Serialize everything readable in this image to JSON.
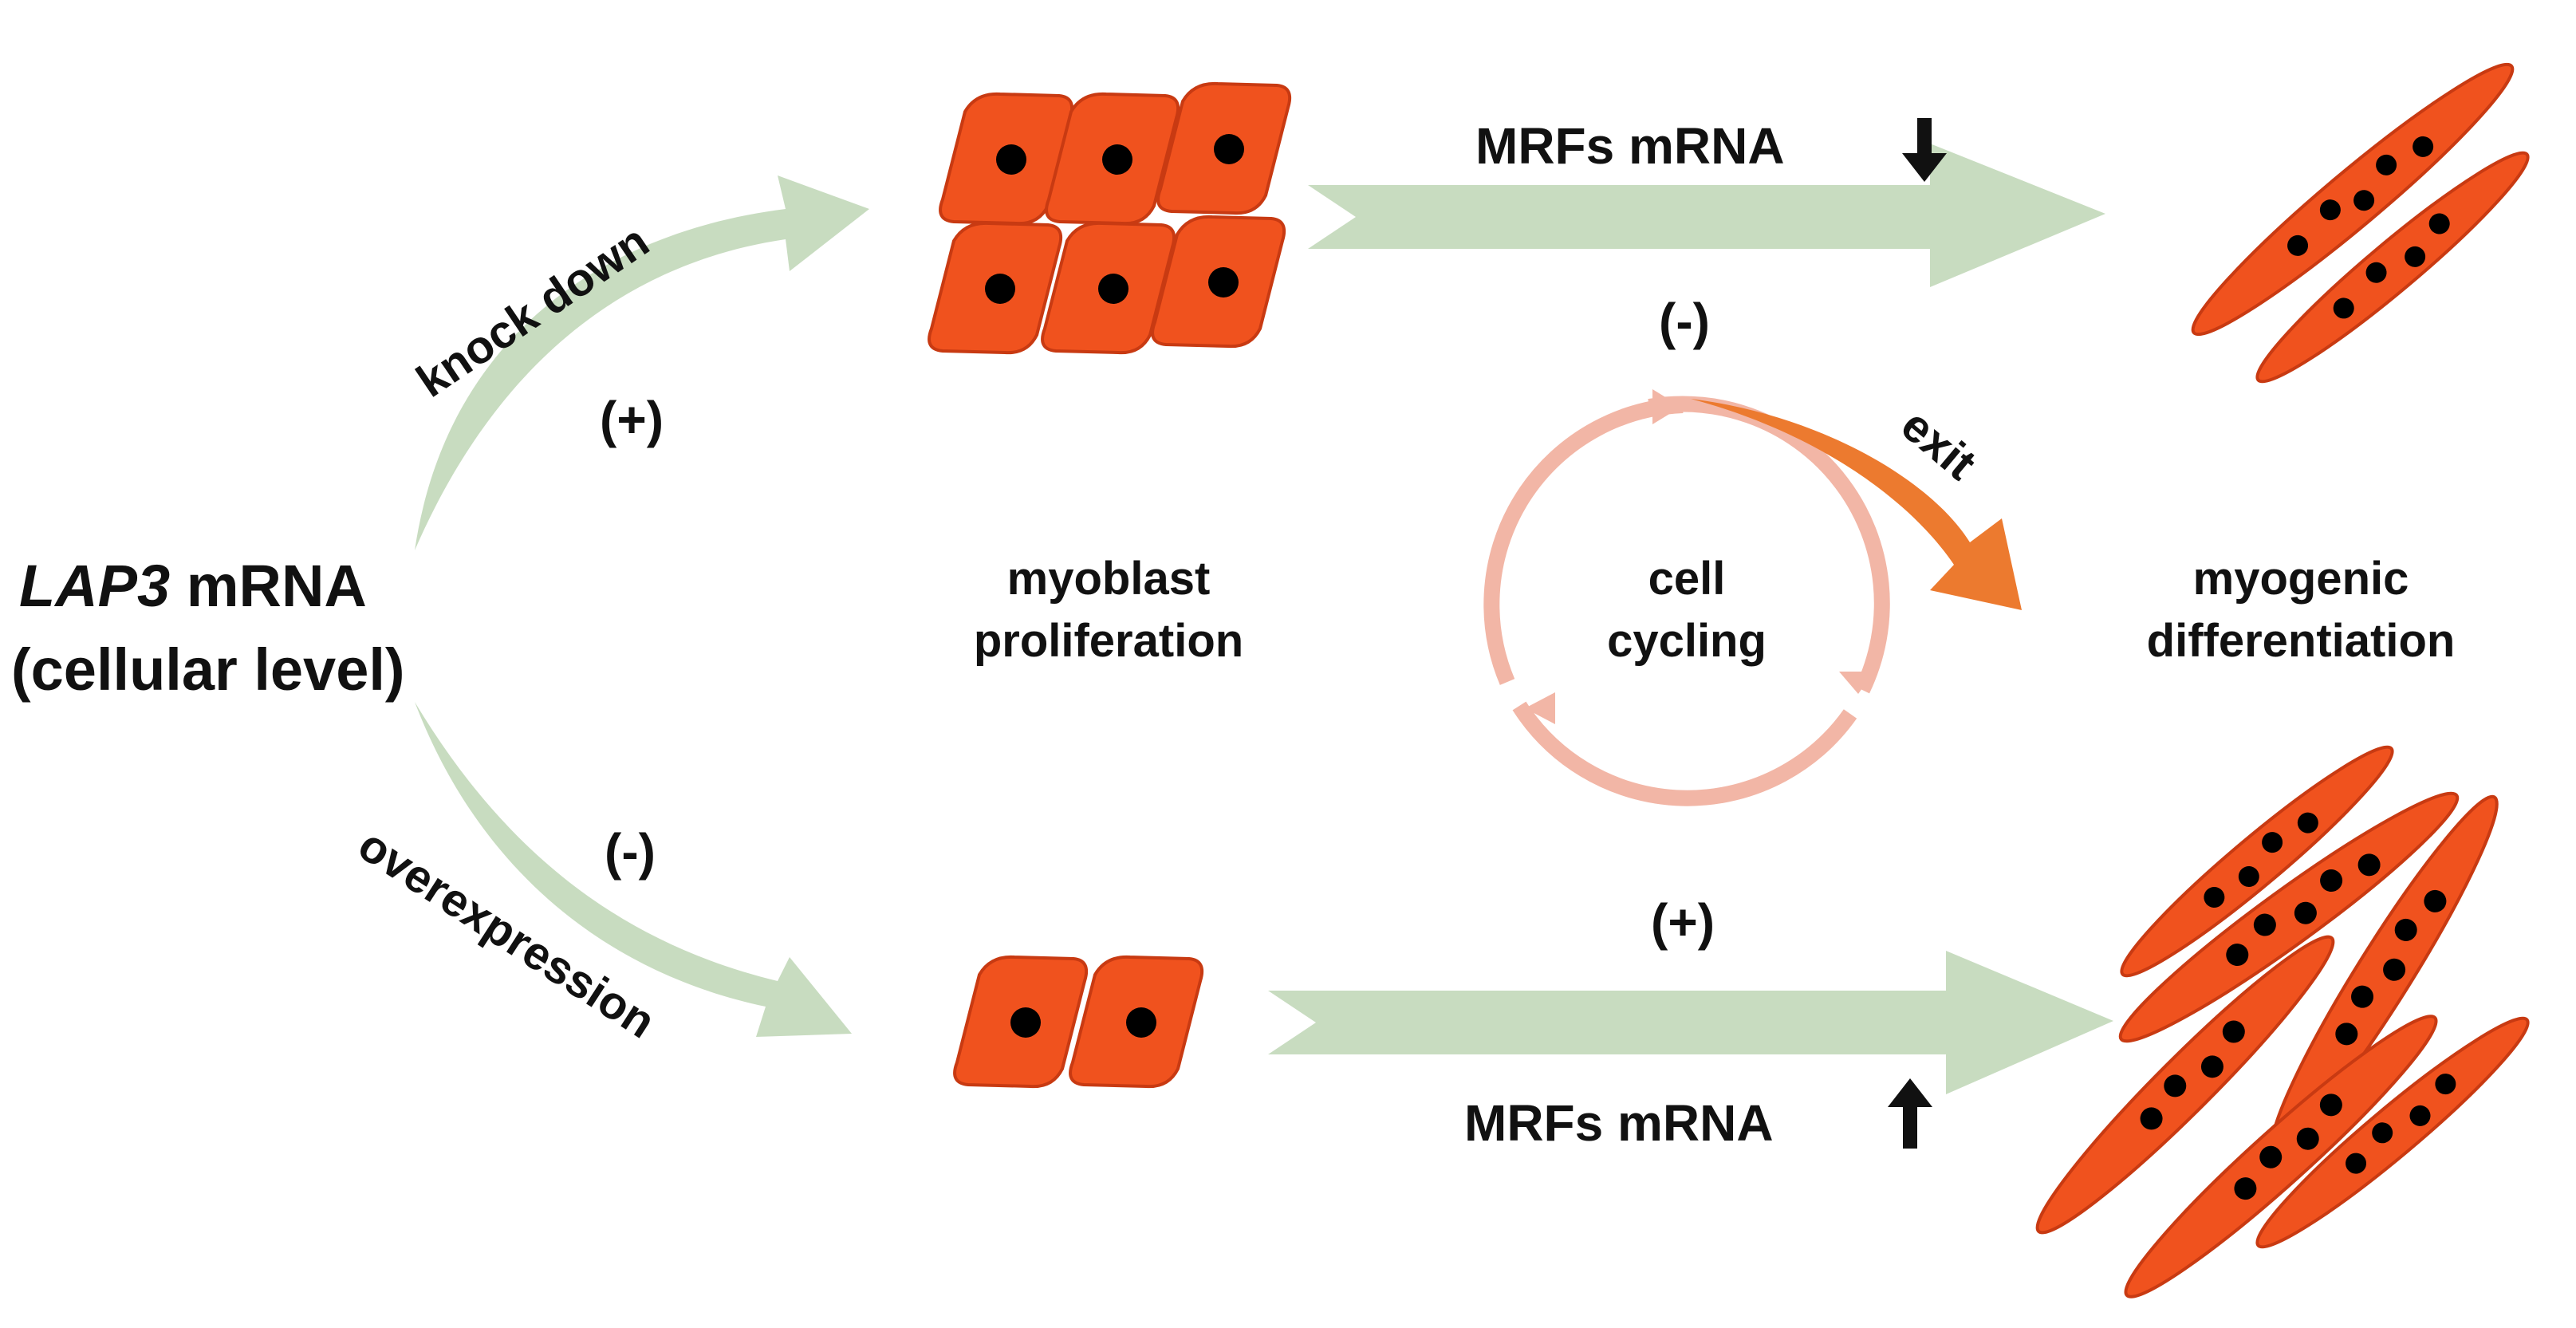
{
  "colors": {
    "arrow_green": "#c8dcc0",
    "cell_orange": "#f0521e",
    "cell_edge": "#c83a12",
    "nucleus": "#000000",
    "cycle_pink": "#f2b6a6",
    "exit_orange": "#ec7a2f",
    "text": "#111111"
  },
  "source": {
    "gene": "LAP3",
    "line1_rest": " mRNA",
    "line2": "(cellular level)"
  },
  "branches": {
    "upper": {
      "label": "knock down",
      "sign": "(+)"
    },
    "lower": {
      "label": "overexpression",
      "sign": "(-)"
    }
  },
  "center": {
    "proliferation_line1": "myoblast",
    "proliferation_line2": "proliferation",
    "cycle_line1": "cell",
    "cycle_line2": "cycling",
    "exit_label": "exit",
    "upper_sign": "(-)",
    "lower_sign": "(+)"
  },
  "mrf": {
    "upper_text": "MRFs mRNA",
    "upper_direction": "down",
    "lower_text": "MRFs mRNA",
    "lower_direction": "up"
  },
  "outcome": {
    "line1": "myogenic",
    "line2": "differentiation"
  },
  "cells": {
    "upper_myoblast_count": 6,
    "lower_myoblast_count": 2,
    "upper_myotube_count": 2,
    "lower_myotube_count": 6
  }
}
